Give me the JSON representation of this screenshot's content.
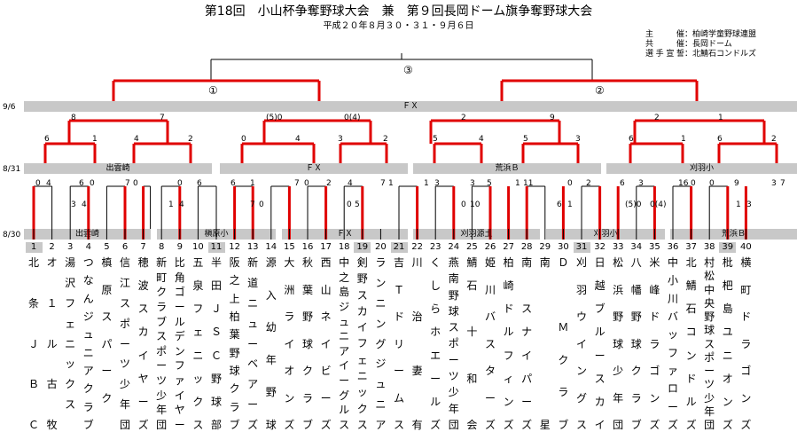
{
  "header": {
    "title": "第18回　小山杯争奪野球大会　兼　第９回長岡ドーム旗争奪野球大会",
    "dates": "平成２０年８月３０・３１・９月６日"
  },
  "organizers": [
    {
      "key": "主催",
      "value": "：柏崎学童野球連盟"
    },
    {
      "key": "共催",
      "value": "：長岡ドーム"
    },
    {
      "key": "選手宣誓",
      "value": "：北鯖石コンドルズ"
    }
  ],
  "dates_axis": {
    "d96": "9/6",
    "d831": "8/31",
    "d830": "8/30"
  },
  "venues": {
    "final": "ＦＸ",
    "r831": [
      "出雲崎",
      "ＦＸ",
      "荒浜Ｂ",
      "刈羽小"
    ],
    "r830": [
      "出雲崎",
      "槇原小",
      "ＦＸ",
      "刈羽源土",
      "刈羽小",
      "荒浜Ｂ"
    ]
  },
  "game_numbers": {
    "g3": "③",
    "g1": "①",
    "g2": "②"
  },
  "scores": {
    "s1a": "8",
    "s1b": "7",
    "s2a": "2",
    "s2b": "9",
    "s3a": "6",
    "s3b": "1",
    "s3c": "4",
    "s3d": "2",
    "s4a": "0",
    "s4b": "4",
    "s4c": "3",
    "s4d": "2",
    "s5a": "5",
    "s5b": "4",
    "s5c": "5",
    "s5d": "3",
    "s6a": "6",
    "s6b": "1",
    "s6c": "6",
    "s6d": "2",
    "s7a": "(5)0",
    "s7b": "0(4)",
    "s8a": "2",
    "s8b": "1",
    "f1": "0",
    "f2": "4",
    "f3": "6",
    "f4": "0",
    "f5": "7",
    "f6": "0",
    "f7": "0",
    "f8": "6",
    "f9": "6",
    "f10": "1",
    "f11": "7",
    "f12": "0",
    "f13": "2",
    "f14": "4",
    "f15": "7",
    "f16": "1",
    "f17": "1",
    "f18": "3",
    "f19": "3",
    "f20": "5",
    "f21": "1",
    "f22": "11",
    "f23": "0",
    "f24": "2",
    "f25": "6",
    "f26": "3",
    "f27": "16",
    "f28": "0",
    "f29": "0",
    "f30": "9",
    "f31": "3",
    "f32": "7",
    "e1": "3",
    "e2": "4",
    "e3": "1",
    "e4": "4",
    "e5": "7",
    "e6": "0",
    "e7": "0",
    "e8": "5",
    "e9": "0",
    "e10": "10",
    "e11": "6",
    "e12": "1",
    "e13": "(5)0",
    "e14": "0(4)",
    "e15": "1",
    "e16": "3"
  },
  "teams": [
    {
      "num": "1",
      "name": [
        "北",
        "",
        "条",
        "",
        "Ｊ",
        "",
        "Ｂ",
        "",
        "Ｃ"
      ],
      "hl": true
    },
    {
      "num": "2",
      "name": [
        "オ",
        "",
        "１",
        "",
        "ル",
        "",
        "古",
        "",
        "牧"
      ],
      "hl": false
    },
    {
      "num": "3",
      "name": [
        "湯",
        "沢",
        "フ",
        "ェ",
        "ニ",
        "ッ",
        "ク",
        "ス",
        ""
      ],
      "hl": false
    },
    {
      "num": "4",
      "name": [
        "つ",
        "な",
        "ん",
        "ジ",
        "ュ",
        "ニ",
        "ア",
        "ク",
        "ラ",
        "ブ"
      ],
      "hl": false
    },
    {
      "num": "5",
      "name": [
        "槙",
        "原",
        "ス",
        "パ",
        "ー",
        "ク",
        ""
      ],
      "hl": false
    },
    {
      "num": "6",
      "name": [
        "信",
        "江",
        "ス",
        "ポ",
        "ー",
        "ツ",
        "少",
        "年",
        "団"
      ],
      "hl": false
    },
    {
      "num": "7",
      "name": [
        "穂",
        "波",
        "ス",
        "カ",
        "イ",
        "ヤ",
        "ー",
        "ズ"
      ],
      "hl": false
    },
    {
      "num": "8",
      "name": [
        "新",
        "町",
        "ク",
        "ラ",
        "ブ",
        "ス",
        "ポ",
        "ー",
        "ツ",
        "少",
        "年",
        "団"
      ],
      "hl": false
    },
    {
      "num": "9",
      "name": [
        "比",
        "角",
        "ゴ",
        "ー",
        "ル",
        "デ",
        "ン",
        "フ",
        "ァ",
        "イ",
        "ヤ",
        "ー"
      ],
      "hl": false
    },
    {
      "num": "10",
      "name": [
        "五",
        "泉",
        "フ",
        "ェ",
        "ニ",
        "ッ",
        "ク",
        "ス"
      ],
      "hl": false
    },
    {
      "num": "11",
      "name": [
        "半",
        "田",
        "Ｊ",
        "Ｓ",
        "Ｃ",
        "野",
        "球",
        "部"
      ],
      "hl": true
    },
    {
      "num": "12",
      "name": [
        "阪",
        "之",
        "上",
        "柏",
        "葉",
        "野",
        "球",
        "ク",
        "ラ",
        "ブ"
      ],
      "hl": false
    },
    {
      "num": "13",
      "name": [
        "新",
        "道",
        "ニ",
        "ュ",
        "ー",
        "ベ",
        "ア",
        "ー",
        "ズ"
      ],
      "hl": false
    },
    {
      "num": "14",
      "name": [
        "源",
        "",
        "入",
        "",
        "幼",
        "",
        "年",
        "",
        "野",
        "",
        "球"
      ],
      "hl": false
    },
    {
      "num": "15",
      "name": [
        "大",
        "洲",
        "ラ",
        "イ",
        "オ",
        "ン",
        "ズ"
      ],
      "hl": false
    },
    {
      "num": "16",
      "name": [
        "秋",
        "葉",
        "野",
        "球",
        "ク",
        "ラ",
        "ブ"
      ],
      "hl": false
    },
    {
      "num": "17",
      "name": [
        "西",
        "山",
        "ネ",
        "イ",
        "ビ",
        "ー",
        "ズ"
      ],
      "hl": false
    },
    {
      "num": "18",
      "name": [
        "中",
        "之",
        "島",
        "ジ",
        "ュ",
        "ニ",
        "ア",
        "イ",
        "ー",
        "グ",
        "ル",
        "ス"
      ],
      "hl": false
    },
    {
      "num": "19",
      "name": [
        "剣",
        "野",
        "ス",
        "カ",
        "イ",
        "フ",
        "ェ",
        "ニ",
        "ッ",
        "ク",
        "ス"
      ],
      "hl": true
    },
    {
      "num": "20",
      "name": [
        "ラ",
        "ン",
        "ニ",
        "ン",
        "グ",
        "ジ",
        "ュ",
        "ニ",
        "ア"
      ],
      "hl": false
    },
    {
      "num": "21",
      "name": [
        "吉",
        "",
        "Ｔ",
        "",
        "ド",
        "",
        "リ",
        "",
        "ー",
        "",
        "ム",
        "",
        "ス"
      ],
      "hl": true
    },
    {
      "num": "22",
      "name": [
        "川",
        "",
        "治",
        "",
        "妻",
        "",
        "有"
      ],
      "hl": false
    },
    {
      "num": "23",
      "name": [
        "く",
        "し",
        "ら",
        "ホ",
        "エ",
        "ー",
        "ル",
        "ズ"
      ],
      "hl": false
    },
    {
      "num": "24",
      "name": [
        "燕",
        "南",
        "野",
        "球",
        "ス",
        "ポ",
        "ー",
        "ツ",
        "少",
        "年",
        "団"
      ],
      "hl": false
    },
    {
      "num": "25",
      "name": [
        "鯖",
        "石",
        "",
        "十",
        "",
        "和",
        "",
        "会"
      ],
      "hl": false
    },
    {
      "num": "26",
      "name": [
        "姫",
        "川",
        "バ",
        "ス",
        "タ",
        "ー",
        "ズ"
      ],
      "hl": false
    },
    {
      "num": "27",
      "name": [
        "柏",
        "崎",
        "ド",
        "ル",
        "フ",
        "ィ",
        "ン",
        "ズ"
      ],
      "hl": false
    },
    {
      "num": "28",
      "name": [
        "南",
        "",
        "ス",
        "ナ",
        "イ",
        "パ",
        "ー",
        "ズ"
      ],
      "hl": false
    },
    {
      "num": "29",
      "name": [
        "南",
        "",
        "",
        "",
        "",
        "",
        "",
        "",
        "",
        "",
        "星"
      ],
      "hl": false
    },
    {
      "num": "30",
      "name": [
        "Ｄ",
        "",
        "Ｍ",
        "ク",
        "ラ",
        "ブ"
      ],
      "hl": false
    },
    {
      "num": "31",
      "name": [
        "刈",
        "羽",
        "ウ",
        "イ",
        "ン",
        "グ",
        "ス"
      ],
      "hl": true
    },
    {
      "num": "32",
      "name": [
        "日",
        "越",
        "ブ",
        "ル",
        "ー",
        "ス",
        "カ",
        "イ"
      ],
      "hl": false
    },
    {
      "num": "33",
      "name": [
        "松",
        "浜",
        "野",
        "球",
        "少",
        "年",
        "団"
      ],
      "hl": false
    },
    {
      "num": "34",
      "name": [
        "八",
        "幡",
        "野",
        "球",
        "ク",
        "ラ",
        "ブ"
      ],
      "hl": false
    },
    {
      "num": "35",
      "name": [
        "米",
        "峰",
        "ド",
        "ラ",
        "ゴ",
        "ン",
        "ズ"
      ],
      "hl": false
    },
    {
      "num": "36",
      "name": [
        "中",
        "小",
        "川",
        "バ",
        "ッ",
        "フ",
        "ァ",
        "ロ",
        "ー",
        "ズ"
      ],
      "hl": false
    },
    {
      "num": "37",
      "name": [
        "北",
        "鯖",
        "石",
        "コ",
        "ン",
        "ド",
        "ル",
        "ズ"
      ],
      "hl": false
    },
    {
      "num": "38",
      "name": [
        "村",
        "松",
        "中",
        "央",
        "野",
        "球",
        "ス",
        "ポ",
        "ー",
        "ツ",
        "少",
        "年",
        "団"
      ],
      "hl": false
    },
    {
      "num": "39",
      "name": [
        "枇",
        "杷",
        "島",
        "ユ",
        "ニ",
        "オ",
        "ン",
        "ズ"
      ],
      "hl": true
    },
    {
      "num": "40",
      "name": [
        "横",
        "町",
        "ド",
        "ラ",
        "ゴ",
        "ン",
        "ズ"
      ],
      "hl": false
    }
  ]
}
